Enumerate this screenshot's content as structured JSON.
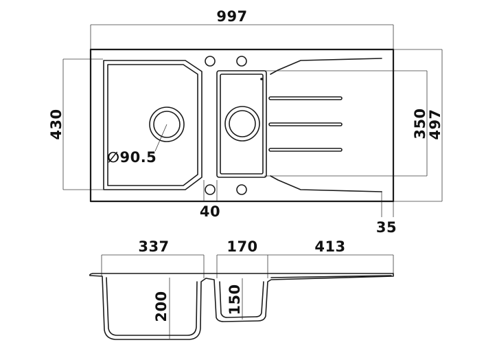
{
  "top_view": {
    "overall_length": "997",
    "overall_depth": "497",
    "bowl_depth": "430",
    "small_bowl_depth": "350",
    "drain_diameter": "∅90.5",
    "bowl_gap": "40",
    "edge_offset": "35"
  },
  "section_view": {
    "large_bowl_width": "337",
    "small_bowl_width": "170",
    "drainer_length": "413",
    "large_bowl_depth": "200",
    "small_bowl_depth": "150"
  }
}
